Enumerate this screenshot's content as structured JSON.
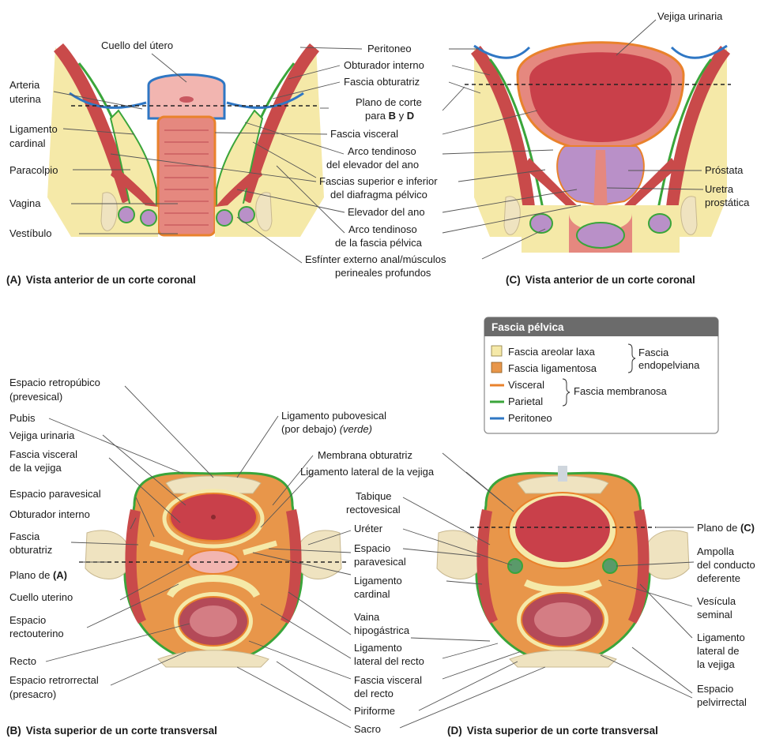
{
  "colors": {
    "loose_areolar": "#f5e9a8",
    "ligamentous": "#e8964a",
    "visceral": "#e9822c",
    "parietal": "#3aa53a",
    "peritoneum": "#2f77c4",
    "muscle": "#c94a4a",
    "bone": "#efe3c0",
    "organ": "#d9585f"
  },
  "panel_a": {
    "caption_letter": "(A)",
    "caption": "Vista anterior de un corte coronal",
    "labels": {
      "cuello_utero": "Cuello del útero",
      "arteria": "Arteria",
      "uterina": "uterina",
      "ligamento": "Ligamento",
      "cardinal": "cardinal",
      "paracolpio": "Paracolpio",
      "vagina": "Vagina",
      "vestibulo": "Vestíbulo"
    }
  },
  "center_labels": {
    "peritoneo": "Peritoneo",
    "obturador_interno": "Obturador interno",
    "fascia_obturatriz": "Fascia obturatriz",
    "plano_corte_1": "Plano de corte",
    "plano_corte_2_pre": "para ",
    "plano_corte_b": "B",
    "plano_corte_y": " y ",
    "plano_corte_d": "D",
    "fascia_visceral": "Fascia visceral",
    "arco_elevador_1": "Arco tendinoso",
    "arco_elevador_2": "del elevador del ano",
    "fascias_sup_1": "Fascias superior e inferior",
    "fascias_sup_2": "del diafragma pélvico",
    "elevador_ano": "Elevador del ano",
    "arco_pelvica_1": "Arco tendinoso",
    "arco_pelvica_2": "de la fascia pélvica",
    "esfinter_1": "Esfínter externo anal/músculos",
    "esfinter_2": "perineales profundos"
  },
  "panel_c": {
    "caption_letter": "(C)",
    "caption": "Vista anterior de un corte coronal",
    "labels": {
      "vejiga": "Vejiga urinaria",
      "prostata": "Próstata",
      "uretra_1": "Uretra",
      "uretra_2": "prostática"
    }
  },
  "legend": {
    "title": "Fascia pélvica",
    "items": [
      {
        "label": "Fascia areolar laxa",
        "swatch": "box",
        "color": "#f5e9a8"
      },
      {
        "label": "Fascia ligamentosa",
        "swatch": "box",
        "color": "#e8964a"
      },
      {
        "label": "Visceral",
        "swatch": "line",
        "color": "#e9822c"
      },
      {
        "label": "Parietal",
        "swatch": "line",
        "color": "#3aa53a"
      },
      {
        "label": "Peritoneo",
        "swatch": "line",
        "color": "#2f77c4"
      }
    ],
    "group_endopelviana_1": "Fascia",
    "group_endopelviana_2": "endopelviana",
    "group_membranosa": "Fascia membranosa"
  },
  "panel_b": {
    "caption_letter": "(B)",
    "caption": "Vista superior de un corte transversal",
    "labels": {
      "retropubico_1": "Espacio retropúbico",
      "retropubico_2": "(prevesical)",
      "pubis": "Pubis",
      "vejiga": "Vejiga urinaria",
      "fascia_visc_vejiga_1": "Fascia visceral",
      "fascia_visc_vejiga_2": "de la vejiga",
      "paravesical": "Espacio paravesical",
      "obturador": "Obturador interno",
      "fascia_obt_1": "Fascia",
      "fascia_obt_2": "obturatriz",
      "plano_a_pre": "Plano de ",
      "plano_a": "(A)",
      "cuello": "Cuello uterino",
      "rectouterino_1": "Espacio",
      "rectouterino_2": "rectouterino",
      "recto": "Recto",
      "retrorrectal_1": "Espacio retrorrectal",
      "retrorrectal_2": "(presacro)",
      "pubovesical_1": "Ligamento pubovesical",
      "pubovesical_2a": "(por debajo) ",
      "pubovesical_2b": "(verde)"
    }
  },
  "middle_bottom_labels": {
    "membrana_obt": "Membrana obturatriz",
    "lig_lateral_vejiga": "Ligamento lateral de la vejiga",
    "tabique_1": "Tabique",
    "tabique_2": "rectovesical",
    "ureter": "Uréter",
    "esp_paravesical_1": "Espacio",
    "esp_paravesical_2": "paravesical",
    "lig_cardinal_1": "Ligamento",
    "lig_cardinal_2": "cardinal",
    "vaina_1": "Vaina",
    "vaina_2": "hipogástrica",
    "lig_lat_recto_1": "Ligamento",
    "lig_lat_recto_2": "lateral del recto",
    "fascia_visc_recto_1": "Fascia visceral",
    "fascia_visc_recto_2": "del recto",
    "piriforme": "Piriforme",
    "sacro": "Sacro"
  },
  "panel_d": {
    "caption_letter": "(D)",
    "caption": "Vista superior de un corte transversal",
    "labels": {
      "plano_c_pre": "Plano de ",
      "plano_c": "(C)",
      "ampolla_1": "Ampolla",
      "ampolla_2": "del conducto",
      "ampolla_3": "deferente",
      "vesicula_1": "Vesícula",
      "vesicula_2": "seminal",
      "lig_lat_1": "Ligamento",
      "lig_lat_2": "lateral de",
      "lig_lat_3": "la vejiga",
      "pelvirrectal_1": "Espacio",
      "pelvirrectal_2": "pelvirrectal"
    }
  }
}
